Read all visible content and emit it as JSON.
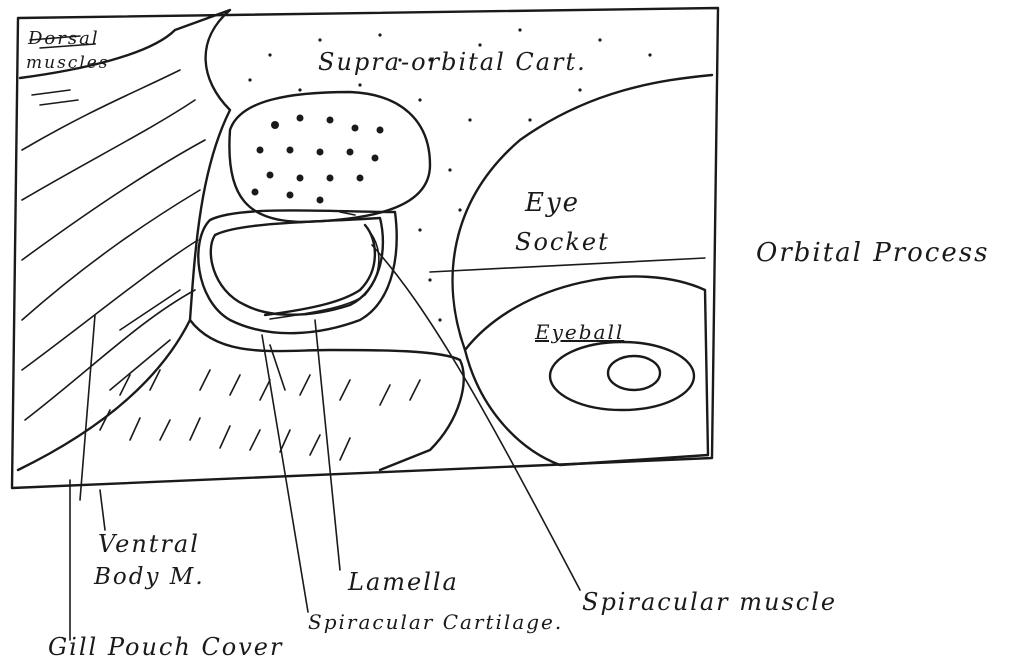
{
  "labels": {
    "dorsal_muscles_line1": "Dorsal",
    "dorsal_muscles_line2": "muscles",
    "supra_orbital": "Supra-orbital Cart.",
    "eye_socket_line1": "Eye",
    "eye_socket_line2": "Socket",
    "orbital_process": "Orbital Process",
    "eyeball": "Eyeball",
    "ventral_body_line1": "Ventral",
    "ventral_body_line2": "Body M.",
    "lamella": "Lamella",
    "spiracular_muscle": "Spiracular muscle",
    "spiracular_cartilage": "Spiracular Cartilage.",
    "gill_pouch_cover": "Gill Pouch Cover"
  },
  "colors": {
    "ink": "#1a1a1a",
    "paper": "#ffffff"
  }
}
